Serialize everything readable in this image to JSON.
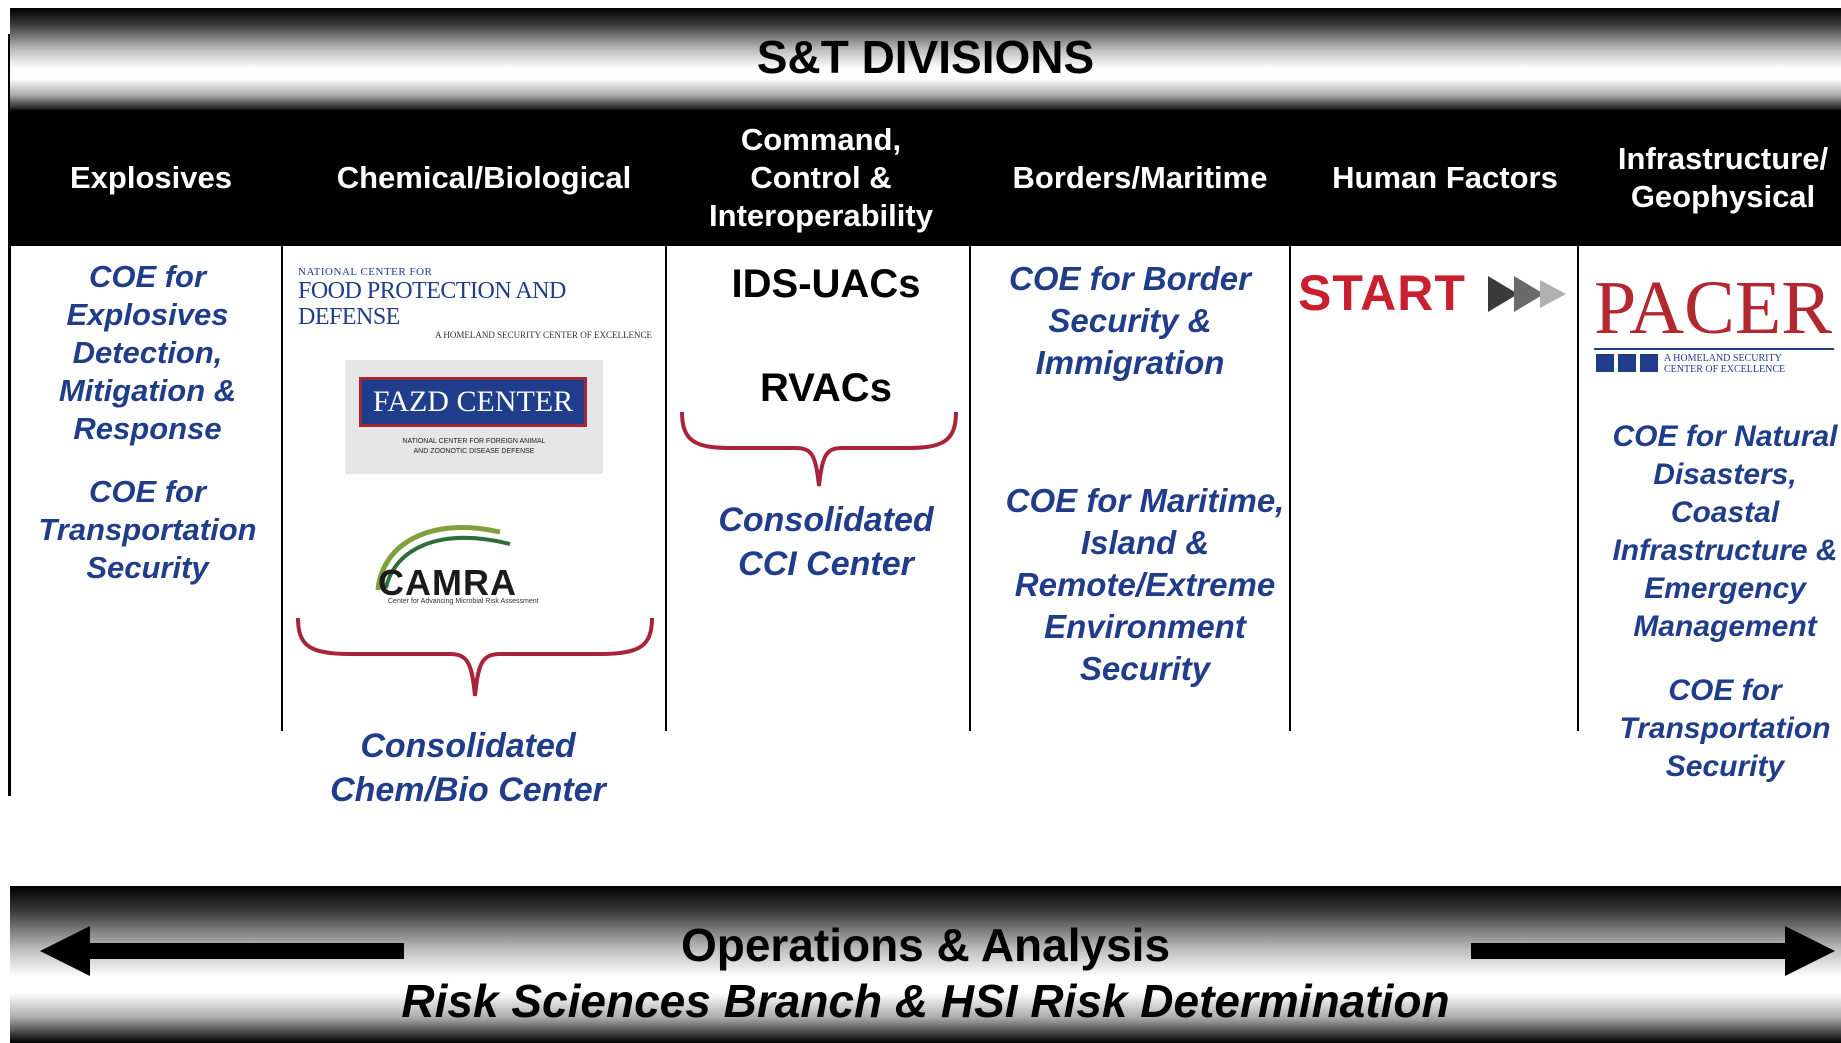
{
  "title": "S&T DIVISIONS",
  "columns": [
    {
      "label": "Explosives"
    },
    {
      "label": "Chemical/Biological"
    },
    {
      "label": "Command, Control & Interoperability",
      "lines": [
        "Command,",
        "Control &",
        "Interoperability"
      ]
    },
    {
      "label": "Borders/Maritime"
    },
    {
      "label": "Human Factors"
    },
    {
      "label": "Infrastructure/ Geophysical",
      "lines": [
        "Infrastructure/",
        "Geophysical"
      ]
    }
  ],
  "explosives": {
    "coe1": [
      "COE for",
      "Explosives",
      "Detection,",
      "Mitigation &",
      "Response"
    ],
    "coe2": [
      "COE for",
      "Transportation",
      "Security"
    ]
  },
  "chembio": {
    "ncfpd": {
      "line1": "National Center for",
      "line2": "Food Protection and Defense",
      "line3": "A Homeland Security Center of Excellence"
    },
    "fazd": {
      "name": "FAZD CENTER",
      "sub1": "National Center for Foreign Animal",
      "sub2": "and Zoonotic Disease Defense"
    },
    "camra": {
      "name": "CAMRA",
      "sub": "Center for Advancing Microbial Risk Assessment"
    },
    "consolidated": [
      "Consolidated",
      "Chem/Bio Center"
    ]
  },
  "cci": {
    "item1": "IDS-UACs",
    "item2": "RVACs",
    "consolidated": [
      "Consolidated",
      "CCI Center"
    ]
  },
  "borders": {
    "coe1": [
      "COE for Border",
      "Security &",
      "Immigration"
    ],
    "coe2": [
      "COE for Maritime,",
      "Island &",
      "Remote/Extreme",
      "Environment",
      "Security"
    ]
  },
  "human": {
    "start_logo": "START"
  },
  "infra": {
    "pacer": {
      "name": "PACER",
      "sub1": "A HOMELAND SECURITY",
      "sub2": "CENTER OF EXCELLENCE"
    },
    "coe1": [
      "COE for Natural",
      "Disasters,",
      "Coastal",
      "Infrastructure &",
      "Emergency",
      "Management"
    ],
    "coe2": [
      "COE for",
      "Transportation",
      "Security"
    ]
  },
  "bottom": {
    "title": "Operations & Analysis",
    "subtitle": "Risk Sciences Branch & HSI Risk Determination"
  },
  "colors": {
    "coe_blue": "#1f3d8a",
    "bracket": "#a8243a",
    "header_bg": "#000000"
  }
}
